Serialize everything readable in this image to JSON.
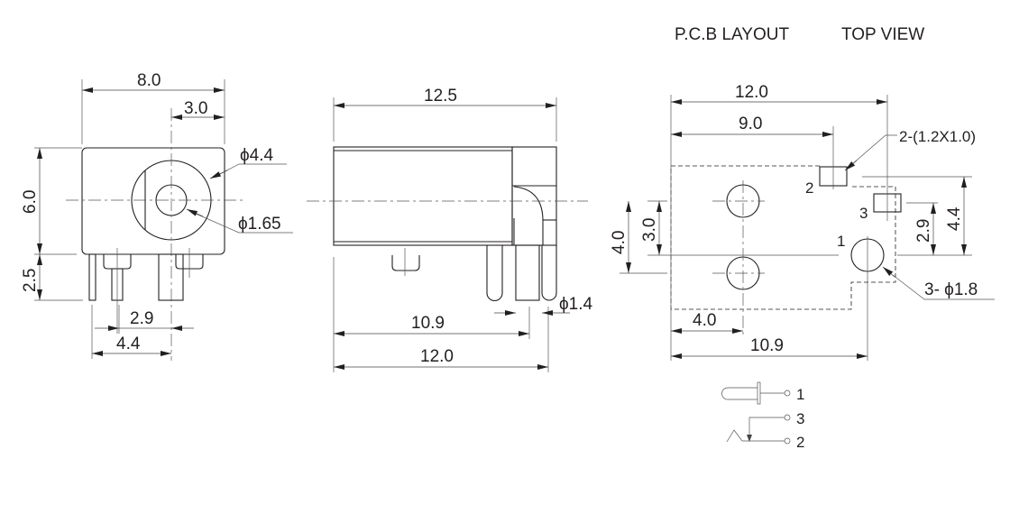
{
  "header": {
    "pcb_layout": "P.C.B LAYOUT",
    "top_view": "TOP VIEW"
  },
  "front_view": {
    "width": "8.0",
    "offset": "3.0",
    "height": "6.0",
    "pin_length": "2.5",
    "outer_dia": "ϕ4.4",
    "inner_dia": "ϕ1.65",
    "pin_pitch_a": "2.9",
    "pin_pitch_b": "4.4"
  },
  "side_view": {
    "length": "12.5",
    "pin_pos_a": "10.9",
    "pin_pos_b": "12.0",
    "pin_dia": "ϕ1.4"
  },
  "pcb_view": {
    "width": "12.0",
    "pad_pos": "9.0",
    "hole_pitch": "4.0",
    "pin_offset": "3.0",
    "pad3_offset": "2.9",
    "pad2_offset": "4.4",
    "hole_x": "4.0",
    "pin1_x": "10.9",
    "pad_size": "2-(1.2X1.0)",
    "hole_dia": "3- ϕ1.8",
    "pin_labels": [
      "1",
      "2",
      "3"
    ]
  },
  "schematic": {
    "labels": [
      "1",
      "3",
      "2"
    ]
  }
}
